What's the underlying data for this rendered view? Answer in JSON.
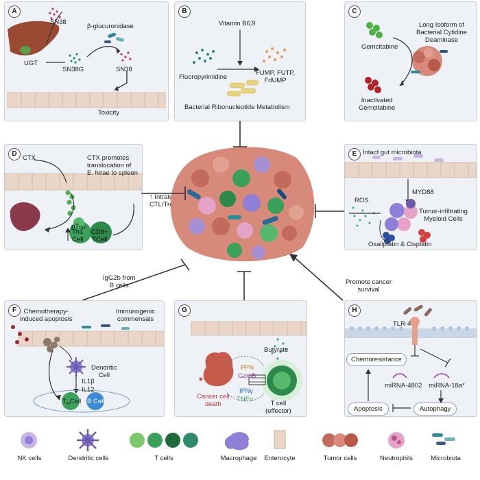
{
  "panels": {
    "a": {
      "letter": "A",
      "sn38_top": "SN38",
      "enzyme": "β-glucuronidase",
      "ugt": "UGT",
      "sn38g": "SN38G",
      "sn38_right": "SN38",
      "toxicity": "Toxicity"
    },
    "b": {
      "letter": "B",
      "vitamin": "Vitamin B6,9",
      "drug": "Fluoropyrimidine",
      "products": "FUMP, FUTP,\nFdUMP",
      "caption": "Bacterial Ribonucleotide Metabolism"
    },
    "c": {
      "letter": "C",
      "drug": "Gemcitabine",
      "enzyme": "Long Isoform of\nBacterial Cytidine\nDeaminase",
      "result": "Inactivated\nGemcitabine"
    },
    "d": {
      "letter": "D",
      "ctx": "CTX",
      "note": "CTX promotes\ntranslocation of\nE. hirae to spleen",
      "ratio": "↑ Intratumoral\nCTL/Treg ratio",
      "pth17": "pTₕ₁₇",
      "th1": "Th1\nCell",
      "cd8": "CD8+\nTCell"
    },
    "e": {
      "letter": "E",
      "microbiota": "Intact gut microbiota",
      "myd88": "MYD88",
      "ros": "ROS",
      "myeloid": "Tumor-infiltrating\nMyeloid Cells",
      "drugs": "Oxaliplatin & Cisplatin"
    },
    "f": {
      "letter": "F",
      "apoptosis": "Chemotherapy-\ninduced apoptosis",
      "commensals": "Immunogenic\ncommensals",
      "dc": "Dendritic\nCell",
      "il1": "IL1β",
      "il12": "IL12",
      "th": "T",
      "th_sub": "H",
      "th_suffix": "Cell",
      "bcell": "B Cell"
    },
    "g": {
      "letter": "G",
      "butyrate": "Butyrate",
      "pfn": "PFN",
      "gzmb": "GzmB",
      "ifn": "IFNγ",
      "tnf": "TNFα",
      "death": "Cancer cell\ndeath",
      "tcell": "T cell\n(effector)"
    },
    "h": {
      "letter": "H",
      "tlr4": "TLR-4",
      "chemo": "Chemoresistance",
      "mir1": "miRNA-4802",
      "mir2": "miRNA-18a*",
      "apoptosis": "Apoptosis",
      "autophagy": "Autophagy"
    }
  },
  "center": {
    "igg": "IgG2b from\nB cells",
    "survival": "Promote cancer\nsurvival"
  },
  "legend": [
    "NK cells",
    "Dendritic cells",
    "T cells",
    "Macrophage",
    "Enterocyte",
    "Tumor cells",
    "Neutrophils",
    "Microbiota"
  ],
  "colors": {
    "panel_bg": "#eef1f6",
    "border": "#c9ced8",
    "tumor": "#d7897a",
    "tcell": "#3aa05a",
    "nk": "#a58fd0",
    "neutrophil": "#e6a3c8",
    "macrophage": "#8f7fd6",
    "blue": "#2b6ad6",
    "red": "#c43a3a"
  }
}
